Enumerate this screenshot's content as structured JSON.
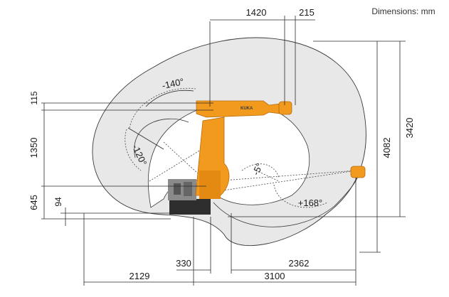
{
  "header": {
    "units_note": "Dimensions: mm"
  },
  "robot": {
    "brand_text": "KUKA"
  },
  "dimensions": {
    "top_1420": "1420",
    "top_215": "215",
    "right_3420": "3420",
    "right_4082": "4082",
    "left_115": "115",
    "left_1350": "1350",
    "left_645": "645",
    "left_94": "94",
    "bottom_330": "330",
    "bottom_2362": "2362",
    "bottom_2129": "2129",
    "bottom_3100": "3100"
  },
  "angles": {
    "a1": "-140°",
    "a2": "-120°",
    "a3": "-5°",
    "a4": "+168°"
  },
  "colors": {
    "robot_orange": "#f29a1e",
    "robot_dark": "#3b3b3b",
    "envelope_fill": "#e8e8e8"
  }
}
